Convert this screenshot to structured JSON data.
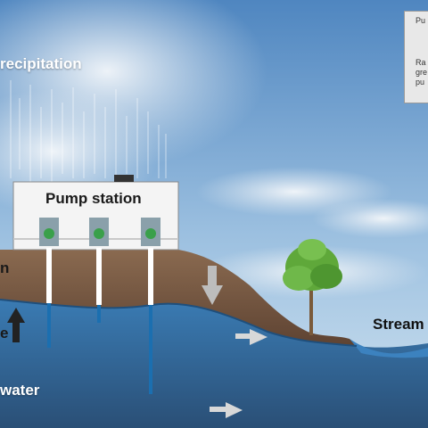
{
  "labels": {
    "precipitation": "recipitation",
    "pump_station": "Pump station",
    "zone": "n",
    "water_table": "e",
    "stream": "Stream",
    "groundwater": "water"
  },
  "legend": {
    "title": "Pu",
    "lines": [
      "Ra",
      "gre",
      "pu"
    ]
  },
  "colors": {
    "sky_top": "#5a8fc4",
    "soil": "#7a5a44",
    "groundwater": "#2a6aa0",
    "pump_green": "#3aa04a",
    "well_pipe": "#ffffff"
  },
  "icons": {
    "recharge_arrow": "arrow-down-icon",
    "rise_arrow": "arrow-up-icon",
    "flow_arrows": "arrow-right-icon",
    "tree": "tree-icon",
    "pump": "pump-icon"
  }
}
